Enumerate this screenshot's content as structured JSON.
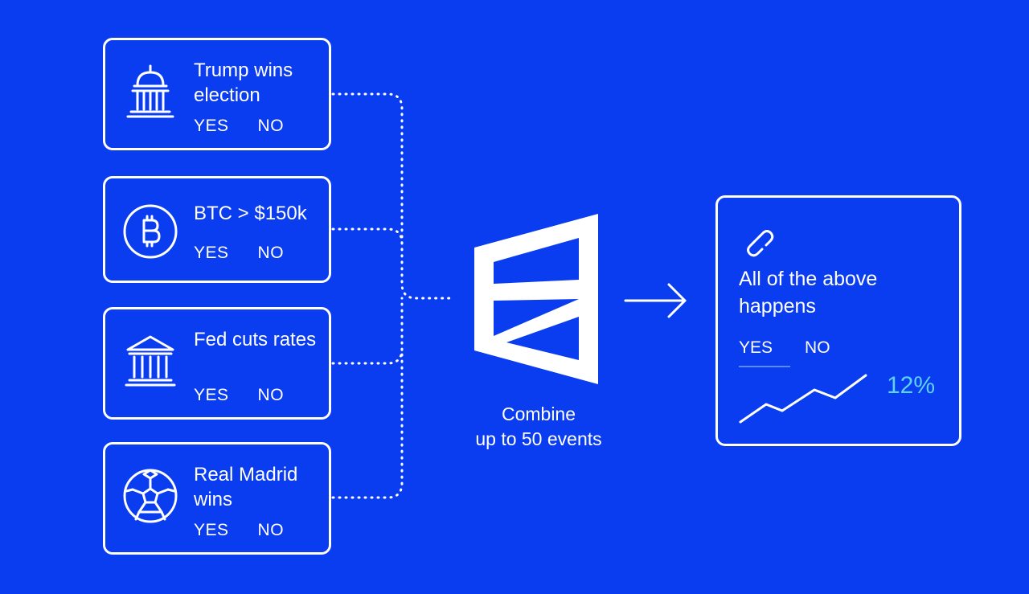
{
  "events": [
    {
      "title": "Trump wins election",
      "yes": "YES",
      "no": "NO",
      "icon": "capitol-icon"
    },
    {
      "title": "BTC > $150k",
      "yes": "YES",
      "no": "NO",
      "icon": "bitcoin-icon"
    },
    {
      "title": "Fed cuts rates",
      "yes": "YES",
      "no": "NO",
      "icon": "bank-icon"
    },
    {
      "title": "Real Madrid wins",
      "yes": "YES",
      "no": "NO",
      "icon": "soccer-ball-icon"
    }
  ],
  "combine": {
    "line1": "Combine",
    "line2": "up to 50 events",
    "icon": "combine-logo-icon"
  },
  "result": {
    "icon": "link-icon",
    "title": "All of the above happens",
    "yes": "YES",
    "no": "NO",
    "probability": "12%",
    "trend_icon": "trend-line-icon",
    "accent_color": "#5ed2f2"
  },
  "colors": {
    "background": "#0a3cf0",
    "foreground": "#ffffff"
  }
}
